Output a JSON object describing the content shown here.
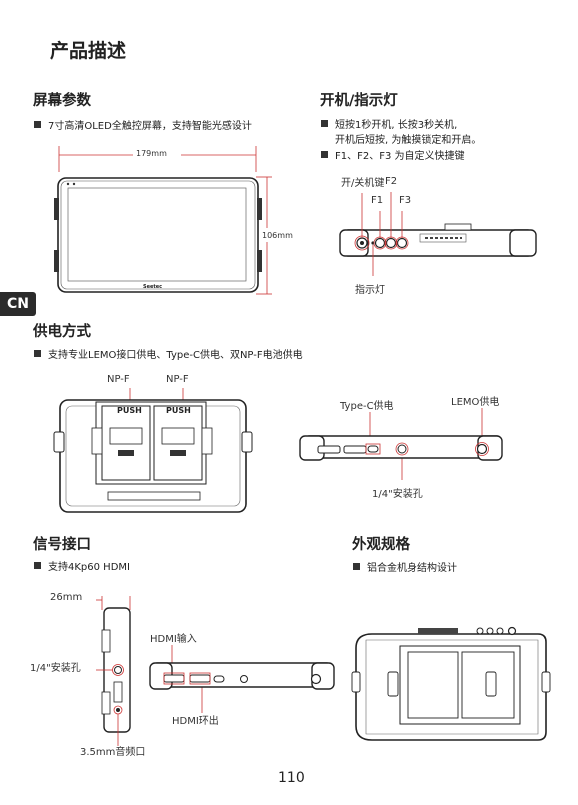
{
  "page_title": "产品描述",
  "lang_tab": "CN",
  "screen_params": {
    "heading": "屏幕参数",
    "bullet": "7寸高清OLED全触控屏幕，支持智能光感设计",
    "width_label": "179mm",
    "height_label": "106mm",
    "brand_label": "Seetec"
  },
  "power_indicator": {
    "heading": "开机/指示灯",
    "bullet1_line1": "短按1秒开机, 长按3秒关机,",
    "bullet1_line2": "开机后短按, 为触摸锁定和开启。",
    "bullet2": "F1、F2、F3 为自定义快捷键",
    "label_power": "开/关机键",
    "label_f1": "F1",
    "label_f2": "F2",
    "label_f3": "F3",
    "label_indicator": "指示灯"
  },
  "power_supply": {
    "heading": "供电方式",
    "bullet": "支持专业LEMO接口供电、Type-C供电、双NP-F电池供电",
    "label_npf_left": "NP-F",
    "label_npf_right": "NP-F",
    "push_left": "PUSH",
    "push_right": "PUSH",
    "label_typec": "Type-C供电",
    "label_lemo": "LEMO供电",
    "label_mount": "1/4\"安装孔"
  },
  "signal": {
    "heading": "信号接口",
    "bullet": "支持4Kp60 HDMI",
    "label_depth": "26mm",
    "label_mount": "1/4\"安装孔",
    "label_hdmi_in": "HDMI输入",
    "label_hdmi_out": "HDMI环出",
    "label_audio": "3.5mm音频口"
  },
  "appearance": {
    "heading": "外观规格",
    "bullet": "铝合金机身结构设计"
  },
  "page_number": "110"
}
